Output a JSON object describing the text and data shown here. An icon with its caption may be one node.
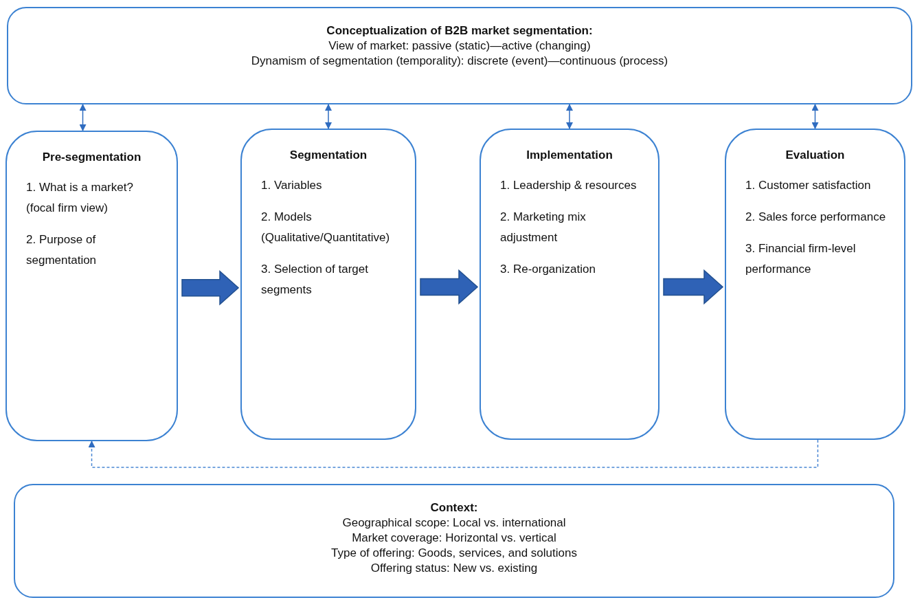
{
  "diagram": {
    "nodes": [
      {
        "text": [
          "Conceptualization of B2B market segmentation:",
          "View of market: passive (static)—active (changing)",
          "Dynamism of segmentation (temporality): discrete (event)—continuous (process)"
        ]
      },
      {
        "text": [
          "Pre-segmentation",
          "1. What is a market? (focal firm view)",
          "2. Purpose of segmentation"
        ]
      },
      {
        "text": [
          "Segmentation",
          "1. Variables",
          "2. Models (Qualitative/Quantitative)",
          "3. Selection of target segments"
        ]
      },
      {
        "text": [
          "Implementation",
          "1. Leadership & resources",
          "2. Marketing mix adjustment",
          "3. Re-organization"
        ]
      },
      {
        "text": [
          "Evaluation",
          "1. Customer satisfaction",
          "2. Sales force performance",
          "3. Financial firm-level performance"
        ]
      },
      {
        "text": [
          "Context:",
          "Geographical scope: Local vs. international",
          "Market coverage: Horizontal vs. vertical",
          "Type of offering: Goods, services, and solutions",
          "Offering status: New vs. existing"
        ]
      }
    ],
    "edges": [
      {
        "from": 0,
        "to": 1,
        "arrow": "both"
      },
      {
        "from": 0,
        "to": 2,
        "arrow": "both"
      },
      {
        "from": 0,
        "to": 3,
        "arrow": "both"
      },
      {
        "from": 0,
        "to": 4,
        "arrow": "both"
      },
      {
        "from": 1,
        "to": 2,
        "arrow": "to",
        "style": "thick"
      },
      {
        "from": 2,
        "to": 3,
        "arrow": "to",
        "style": "thick"
      },
      {
        "from": 3,
        "to": 4,
        "arrow": "to",
        "style": "thick"
      },
      {
        "from": 4,
        "to": 1,
        "arrow": "to",
        "style": "dashed"
      }
    ]
  }
}
